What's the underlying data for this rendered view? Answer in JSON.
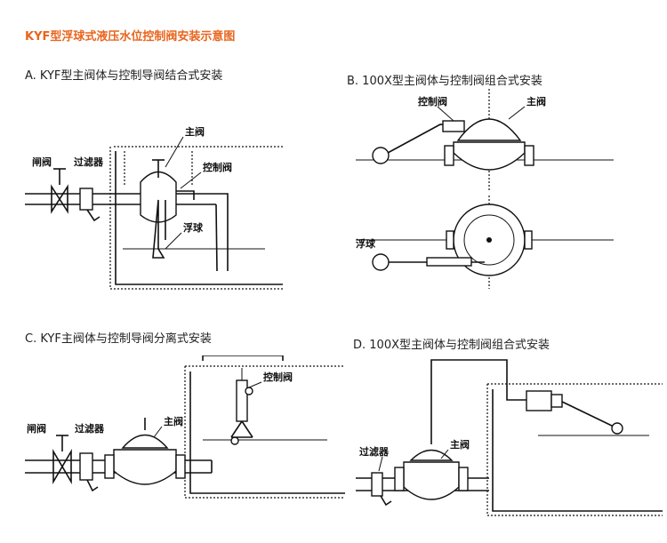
{
  "page_title": "KYF型浮球式液压水位控制阀安装示意图",
  "panels": {
    "a": {
      "caption": "A. KYF型主阀体与控制导阀结合式安装",
      "labels": {
        "gate_valve": "闸阀",
        "filter": "过滤器",
        "main_valve": "主阀",
        "control_valve": "控制阀",
        "float_ball": "浮球"
      }
    },
    "b": {
      "caption": "B. 100X型主阀体与控制阀组合式安装",
      "labels": {
        "control_valve": "控制阀",
        "main_valve": "主阀",
        "float_ball": "浮球"
      }
    },
    "c": {
      "caption": "C. KYF主阀体与控制导阀分离式安装",
      "labels": {
        "gate_valve": "闸阀",
        "filter": "过滤器",
        "main_valve": "主阀",
        "control_valve": "控制阀"
      }
    },
    "d": {
      "caption": "D. 100X型主阀体与控制阀组合式安装",
      "labels": {
        "filter": "过滤器",
        "main_valve": "主阀"
      }
    }
  },
  "colors": {
    "title": "#e8651d",
    "line": "#111111"
  }
}
